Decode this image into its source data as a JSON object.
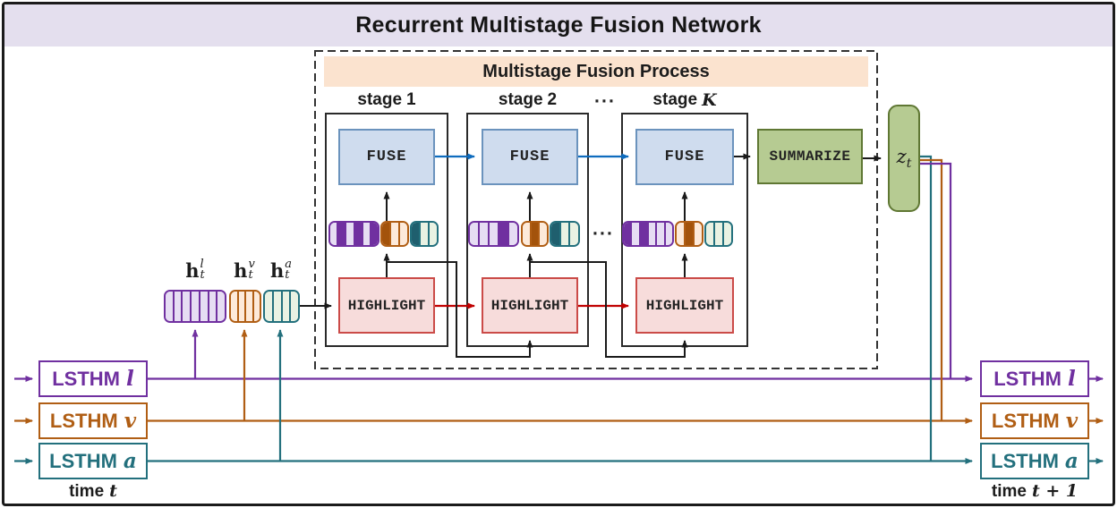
{
  "colors": {
    "band": "#e4dfee",
    "header_bg": "#fbe3cf",
    "fuse_fill": "#cfdcee",
    "fuse_border": "#6b93bd",
    "highlight_fill": "#f7dcdb",
    "highlight_border": "#cb4b48",
    "green_fill": "#b6cb92",
    "green_border": "#5f7733",
    "purple": "#7030a0",
    "purple_light": "#e6ddf3",
    "orange": "#b05e14",
    "orange_dark": "#a3530b",
    "orange_light": "#fdeada",
    "teal": "#23707d",
    "teal_dark": "#1f5f6e",
    "teal_light": "#e9f2e3",
    "blue_arrow": "#0f6cbe",
    "red_arrow": "#c00000",
    "line_black": "#1a1a1a"
  },
  "title": "Recurrent Multistage Fusion Network",
  "fusion": {
    "header": "Multistage Fusion Process",
    "dots_top": "···",
    "dots_cells": "···",
    "stages": [
      {
        "label_text": "stage",
        "label_var": "1",
        "var_italic": false,
        "fuse_label": "FUSE",
        "highlight_label": "HIGHLIGHT",
        "cells": {
          "purple": [
            0,
            1,
            0,
            1,
            0,
            1
          ],
          "orange": [
            1,
            0,
            0
          ],
          "teal": [
            1,
            0,
            0
          ]
        }
      },
      {
        "label_text": "stage",
        "label_var": "2",
        "var_italic": false,
        "fuse_label": "FUSE",
        "highlight_label": "HIGHLIGHT",
        "cells": {
          "purple": [
            0,
            0,
            0,
            1,
            0
          ],
          "orange": [
            0,
            1,
            0
          ],
          "teal": [
            1,
            0,
            0
          ]
        }
      },
      {
        "label_text": "stage",
        "label_var": "K",
        "var_italic": true,
        "fuse_label": "FUSE",
        "highlight_label": "HIGHLIGHT",
        "cells": {
          "purple": [
            1,
            0,
            1,
            0,
            0,
            0
          ],
          "orange": [
            0,
            1,
            0
          ],
          "teal": [
            0,
            0,
            0
          ]
        }
      }
    ],
    "summarize_label": "SUMMARIZE",
    "z": {
      "base": "z",
      "sub": "t"
    }
  },
  "hidden_states": {
    "labels": [
      {
        "base": "h",
        "sub": "t",
        "sup": "l"
      },
      {
        "base": "h",
        "sub": "t",
        "sup": "v"
      },
      {
        "base": "h",
        "sub": "t",
        "sup": "a"
      }
    ],
    "cells": {
      "purple": [
        0,
        0,
        0,
        0,
        0,
        0,
        0
      ],
      "orange": [
        0,
        0,
        0,
        0
      ],
      "teal": [
        0,
        0,
        0,
        0
      ]
    }
  },
  "lsthm": {
    "left": [
      {
        "name": "LSTHM",
        "mod": "l"
      },
      {
        "name": "LSTHM",
        "mod": "v"
      },
      {
        "name": "LSTHM",
        "mod": "a"
      }
    ],
    "right": [
      {
        "name": "LSTHM",
        "mod": "l"
      },
      {
        "name": "LSTHM",
        "mod": "v"
      },
      {
        "name": "LSTHM",
        "mod": "a"
      }
    ],
    "time_left": {
      "prefix": "time",
      "var": "t"
    },
    "time_right": {
      "prefix": "time",
      "var": "t + 1"
    }
  }
}
